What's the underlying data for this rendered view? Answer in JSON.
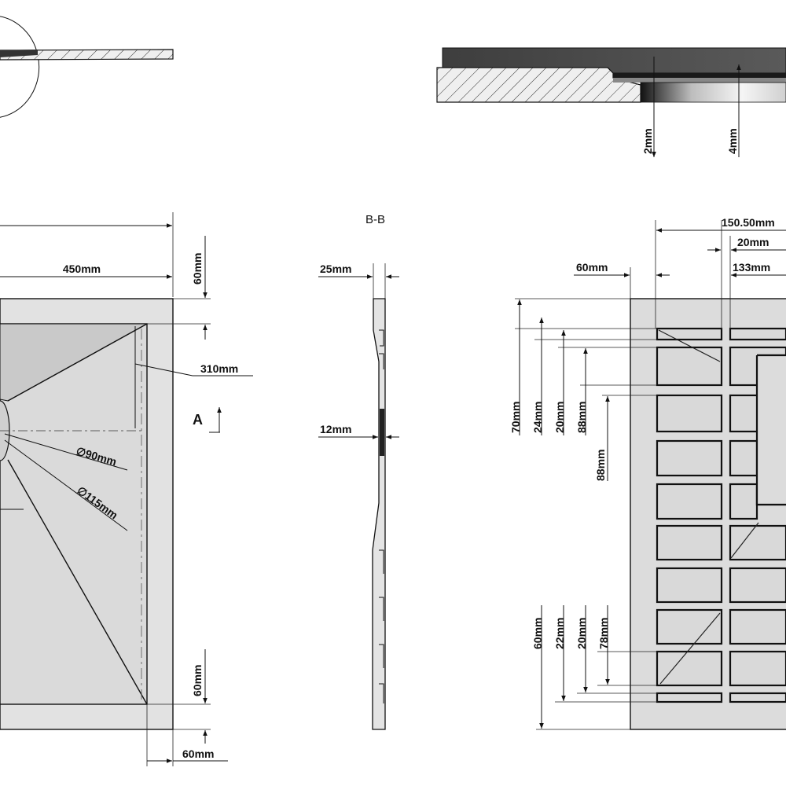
{
  "detail_views": {
    "step_label_1": "2mm",
    "step_label_2": "4mm"
  },
  "plan_view": {
    "overall_width_label": "450mm",
    "top_border_label": "60mm",
    "bottom_border_label": "60mm",
    "right_border_label": "60mm",
    "slope_length_label": "310mm",
    "drain_inner_diameter_label": "∅90mm",
    "drain_outer_diameter_label": "∅115mm",
    "view_arrow_label": "A"
  },
  "section_view": {
    "title": "B-B",
    "thickness_label": "25mm",
    "center_thickness_label": "12mm"
  },
  "underside_view": {
    "top_width_label": "150.50mm",
    "slot_gap_label": "20mm",
    "slot_width_label": "133mm",
    "left_border_label": "60mm",
    "top_dims": [
      "70mm",
      "24mm",
      "20mm",
      "88mm",
      "88mm"
    ],
    "bottom_dims": [
      "60mm",
      "22mm",
      "20mm",
      "78mm"
    ]
  },
  "colors": {
    "line": "#111111",
    "panel_fill": "#dcdcdc",
    "slot_fill": "#d9d9d9",
    "dark_face": "#4a4a4a"
  }
}
